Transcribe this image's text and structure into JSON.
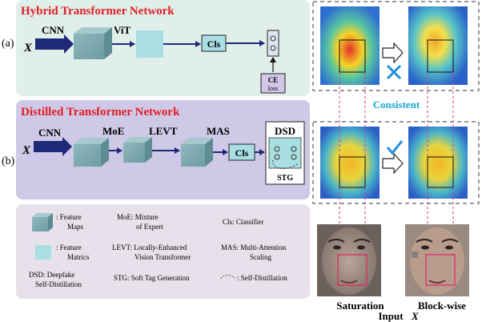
{
  "panel_a": {
    "title": "Hybrid Transformer Network",
    "label": "(a)",
    "input": "X",
    "cnn": "CNN",
    "vit": "ViT",
    "cls": "Cls",
    "ce_line1": "CE",
    "ce_line2": "loss"
  },
  "panel_b": {
    "title": "Distilled Transformer Network",
    "label": "(b)",
    "input": "X",
    "cnn": "CNN",
    "moe": "MoE",
    "levt": "LEVT",
    "mas": "MAS",
    "cls": "Cls",
    "dsd": "DSD",
    "stg": "STG"
  },
  "legend": {
    "feature_maps_1": ": Feature",
    "feature_maps_2": "Maps",
    "feature_matrics_1": ": Feature",
    "feature_matrics_2": "Matrics",
    "moe_1": "MoE: Mixture",
    "moe_2": "of Expert",
    "cls": "Cls: Classifier",
    "levt_1": "LEVT: Locally-Enhanced",
    "levt_2": "Vision Transformer",
    "mas_1": "MAS: Multi-Attention",
    "mas_2": "Scaling",
    "dsd_1": "DSD: Deepfake",
    "dsd_2": "Self-Distillation",
    "stg": "STG: Soft Tag Generation",
    "sd": ": Self-Distillation"
  },
  "right": {
    "consistent": "Consistent",
    "saturation": "Saturation",
    "blockwise": "Block-wise",
    "input_label": "Input",
    "input_var": "X"
  },
  "colors": {
    "panel_a_bg": "#e0efea",
    "panel_b_bg": "#cfc8e6",
    "legend_bg": "#e6e1ea",
    "title_red": "#e01e25",
    "arrow_navy": "#1e2a78",
    "cube": "#7aa6ab",
    "matrix": "#a9dfe3",
    "cross_blue": "#1f8fe0",
    "consistent_blue": "#1aa3d4"
  },
  "icons": [
    "cross-mark-icon",
    "check-mark-icon",
    "arrow-right-icon",
    "self-distillation-icon"
  ]
}
